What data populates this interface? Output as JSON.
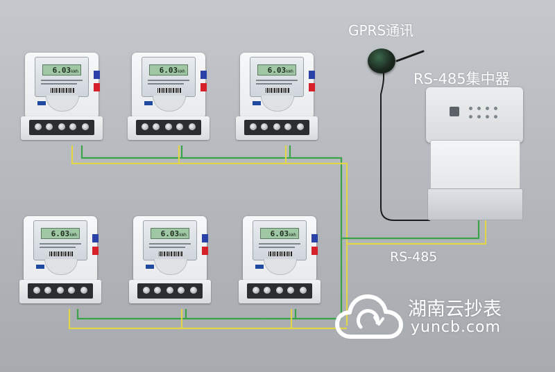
{
  "labels": {
    "gprs": "GPRS通讯",
    "concentrator": "RS-485集中器",
    "bus": "RS-485"
  },
  "meter": {
    "reading": "6.03",
    "unit": "kWh"
  },
  "meters": [
    {
      "id": "meter-1",
      "reading": "6.03"
    },
    {
      "id": "meter-2",
      "reading": "6.03"
    },
    {
      "id": "meter-3",
      "reading": "6.03"
    },
    {
      "id": "meter-4",
      "reading": "6.03"
    },
    {
      "id": "meter-5",
      "reading": "6.03"
    },
    {
      "id": "meter-6",
      "reading": "6.03"
    }
  ],
  "watermark": {
    "title": "湖南云抄表",
    "url": "yuncb.com"
  },
  "colors": {
    "background": "#b9bdc1",
    "wire_green": "#3aa34a",
    "wire_yellow": "#e3d54a",
    "antenna_cable": "#1b1b1b",
    "meter_mark_blue": "#2a42a8",
    "meter_mark_red": "#d6212b",
    "text": "#ffffff"
  },
  "icons": [
    "gprs-antenna-icon",
    "cloud-icon",
    "meter-logo-icon"
  ]
}
